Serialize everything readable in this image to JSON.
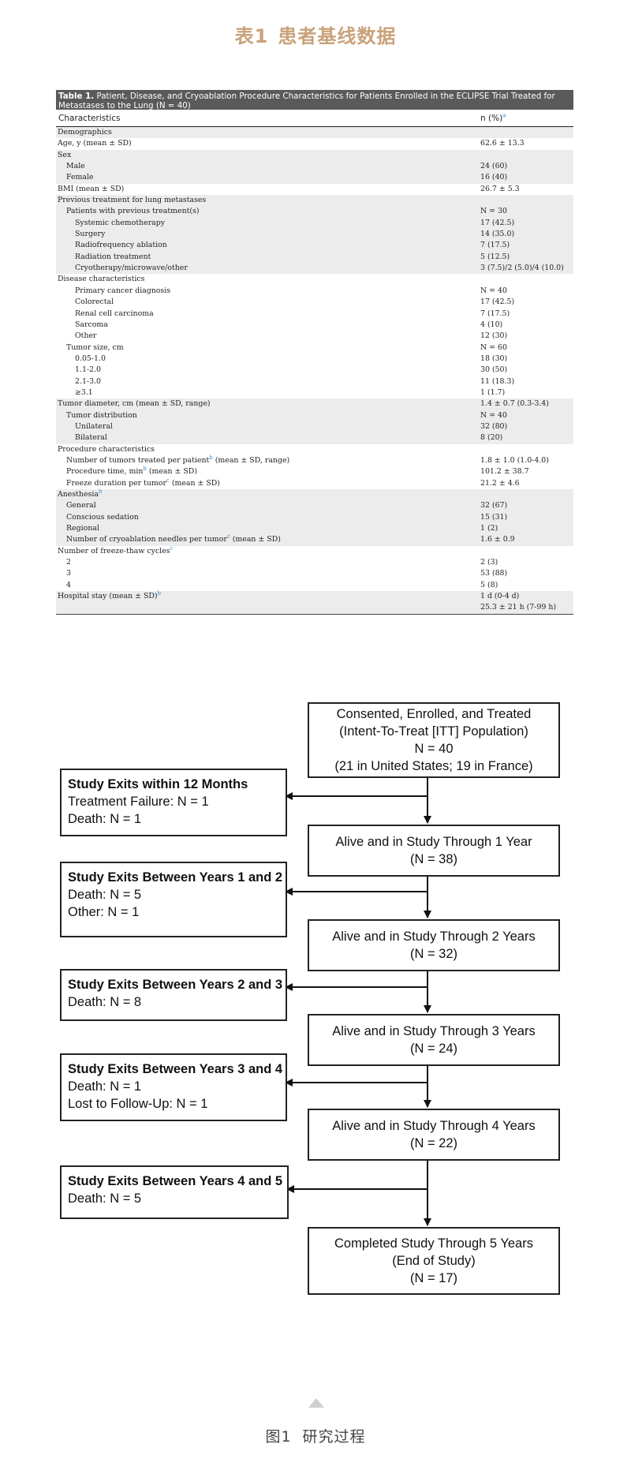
{
  "heading": {
    "number": "表1",
    "title": "患者基线数据"
  },
  "table": {
    "caption_bold": "Table 1.",
    "caption_text": "Patient, Disease, and Cryoablation Procedure Characteristics for Patients Enrolled in the ECLIPSE Trial Treated for Metastases to the Lung (N = 40)",
    "col1_header": "Characteristics",
    "col2_header": "n (%)",
    "col2_header_sup": "a",
    "rows": [
      {
        "label": "Demographics",
        "value": "",
        "indent": 0,
        "shade": true
      },
      {
        "label": "Age, y (mean ± SD)",
        "value": "62.6 ± 13.3",
        "indent": 0,
        "shade": false
      },
      {
        "label": "Sex",
        "value": "",
        "indent": 0,
        "shade": true
      },
      {
        "label": "Male",
        "value": "24 (60)",
        "indent": 1,
        "shade": true
      },
      {
        "label": "Female",
        "value": "16 (40)",
        "indent": 1,
        "shade": true
      },
      {
        "label": "BMI (mean ± SD)",
        "value": "26.7 ± 5.3",
        "indent": 0,
        "shade": false
      },
      {
        "label": "Previous treatment for lung metastases",
        "value": "",
        "indent": 0,
        "shade": true
      },
      {
        "label": "Patients with previous treatment(s)",
        "value": "N = 30",
        "indent": 1,
        "shade": true
      },
      {
        "label": "Systemic chemotherapy",
        "value": "17 (42.5)",
        "indent": 2,
        "shade": true
      },
      {
        "label": "Surgery",
        "value": "14 (35.0)",
        "indent": 2,
        "shade": true
      },
      {
        "label": "Radiofrequency ablation",
        "value": "7 (17.5)",
        "indent": 2,
        "shade": true
      },
      {
        "label": "Radiation treatment",
        "value": "5 (12.5)",
        "indent": 2,
        "shade": true
      },
      {
        "label": "Cryotherapy/microwave/other",
        "value": "3 (7.5)/2 (5.0)/4 (10.0)",
        "indent": 2,
        "shade": true
      },
      {
        "label": "Disease characteristics",
        "value": "",
        "indent": 0,
        "shade": false
      },
      {
        "label": "Primary cancer diagnosis",
        "value": "N = 40",
        "indent": 2,
        "shade": false
      },
      {
        "label": "Colorectal",
        "value": "17 (42.5)",
        "indent": 2,
        "shade": false
      },
      {
        "label": "Renal cell carcinoma",
        "value": "7 (17.5)",
        "indent": 2,
        "shade": false
      },
      {
        "label": "Sarcoma",
        "value": "4 (10)",
        "indent": 2,
        "shade": false
      },
      {
        "label": "Other",
        "value": "12 (30)",
        "indent": 2,
        "shade": false
      },
      {
        "label": "Tumor size, cm",
        "value": "N = 60",
        "indent": 1,
        "shade": false
      },
      {
        "label": "0.05-1.0",
        "value": "18 (30)",
        "indent": 2,
        "shade": false
      },
      {
        "label": "1.1-2.0",
        "value": "30 (50)",
        "indent": 2,
        "shade": false
      },
      {
        "label": "2.1-3.0",
        "value": "11 (18.3)",
        "indent": 2,
        "shade": false
      },
      {
        "label": "≥3.1",
        "value": "1 (1.7)",
        "indent": 2,
        "shade": false
      },
      {
        "label": "Tumor diameter, cm (mean ± SD, range)",
        "value": "1.4 ± 0.7 (0.3-3.4)",
        "indent": 0,
        "shade": true
      },
      {
        "label": "Tumor distribution",
        "value": "N = 40",
        "indent": 1,
        "shade": true
      },
      {
        "label": "Unilateral",
        "value": "32 (80)",
        "indent": 2,
        "shade": true
      },
      {
        "label": "Bilateral",
        "value": "8 (20)",
        "indent": 2,
        "shade": true
      },
      {
        "label": "Procedure characteristics",
        "value": "",
        "indent": 0,
        "shade": false
      },
      {
        "label": "Number of tumors treated per patient",
        "sup": "b",
        "label_after": " (mean ± SD, range)",
        "value": "1.8 ± 1.0 (1.0-4.0)",
        "indent": 1,
        "shade": false
      },
      {
        "label": "Procedure time, min",
        "sup": "b",
        "label_after": " (mean ± SD)",
        "value": "101.2 ± 38.7",
        "indent": 1,
        "shade": false
      },
      {
        "label": "Freeze duration per tumor",
        "sup": "c",
        "label_after": " (mean ± SD)",
        "value": "21.2 ± 4.6",
        "indent": 1,
        "shade": false
      },
      {
        "label": "Anesthesia",
        "sup": "b",
        "label_after": "",
        "value": "",
        "indent": 0,
        "shade": true
      },
      {
        "label": "General",
        "value": "32 (67)",
        "indent": 1,
        "shade": true
      },
      {
        "label": "Conscious sedation",
        "value": "15 (31)",
        "indent": 1,
        "shade": true
      },
      {
        "label": "Regional",
        "value": "1 (2)",
        "indent": 1,
        "shade": true
      },
      {
        "label": "Number of cryoablation needles per tumor",
        "sup": "c",
        "label_after": " (mean ± SD)",
        "value": "1.6 ± 0.9",
        "indent": 1,
        "shade": true
      },
      {
        "label": "Number of freeze-thaw cycles",
        "sup": "c",
        "label_after": "",
        "value": "",
        "indent": 0,
        "shade": false
      },
      {
        "label": "2",
        "value": "2 (3)",
        "indent": 1,
        "shade": false
      },
      {
        "label": "3",
        "value": "53 (88)",
        "indent": 1,
        "shade": false
      },
      {
        "label": "4",
        "value": "5 (8)",
        "indent": 1,
        "shade": false
      },
      {
        "label": "Hospital stay (mean ± SD)",
        "sup": "b",
        "label_after": "",
        "value": "1 d (0-4 d)",
        "indent": 0,
        "shade": true
      },
      {
        "label": "",
        "value": "25.3 ± 21 h (7-99 h)",
        "indent": 0,
        "shade": true
      }
    ]
  },
  "flowchart": {
    "main_boxes": [
      {
        "lines": [
          "Consented, Enrolled, and Treated",
          "(Intent-To-Treat [ITT] Population)",
          "N = 40",
          "(21 in United States; 19 in France)"
        ]
      },
      {
        "lines": [
          "Alive and in Study Through 1 Year",
          "(N = 38)"
        ]
      },
      {
        "lines": [
          "Alive and in Study Through 2 Years",
          "(N = 32)"
        ]
      },
      {
        "lines": [
          "Alive and in Study Through 3 Years",
          "(N = 24)"
        ]
      },
      {
        "lines": [
          "Alive and in Study Through 4 Years",
          "(N = 22)"
        ]
      },
      {
        "lines": [
          "Completed Study Through 5 Years",
          "(End of Study)",
          "(N = 17)"
        ]
      }
    ],
    "side_boxes": [
      {
        "title": "Study Exits within 12 Months",
        "lines": [
          "Treatment Failure: N = 1",
          "Death: N = 1"
        ]
      },
      {
        "title": "Study Exits Between Years 1 and 2",
        "lines": [
          "Death: N = 5",
          "Other: N = 1"
        ]
      },
      {
        "title": "Study Exits Between Years 2 and 3",
        "lines": [
          "Death: N = 8"
        ]
      },
      {
        "title": "Study Exits Between Years 3 and 4",
        "lines": [
          "Death: N = 1",
          "Lost to Follow-Up: N = 1"
        ]
      },
      {
        "title": "Study Exits Between Years 4 and 5",
        "lines": [
          "Death: N = 5"
        ]
      }
    ]
  },
  "figure_caption": {
    "number": "图1",
    "title": "研究过程"
  }
}
